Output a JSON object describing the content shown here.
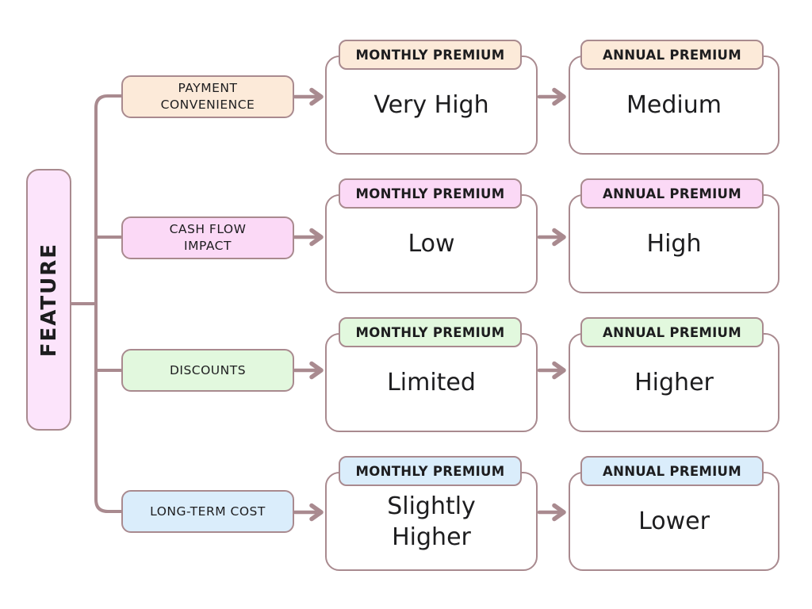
{
  "diagram": {
    "root_label": "FEATURE",
    "column_headers": {
      "monthly": "MONTHLY PREMIUM",
      "annual": "ANNUAL PREMIUM"
    },
    "colors": {
      "connector": "#a98a8f",
      "box_border": "#a98a8f",
      "card_fill": "#ffffff",
      "root_fill": "#fce4fb",
      "text": "#1d1d1f"
    },
    "rows": [
      {
        "feature": "PAYMENT\nCONVENIENCE",
        "monthly_value": "Very High",
        "annual_value": "Medium",
        "accent_fill": "#fcead9"
      },
      {
        "feature": "CASH FLOW\nIMPACT",
        "monthly_value": "Low",
        "annual_value": "High",
        "accent_fill": "#fbd9f6"
      },
      {
        "feature": "DISCOUNTS",
        "monthly_value": "Limited",
        "annual_value": "Higher",
        "accent_fill": "#e2f8de"
      },
      {
        "feature": "LONG-TERM COST",
        "monthly_value": "Slightly\nHigher",
        "annual_value": "Lower",
        "accent_fill": "#daedfb"
      }
    ]
  }
}
